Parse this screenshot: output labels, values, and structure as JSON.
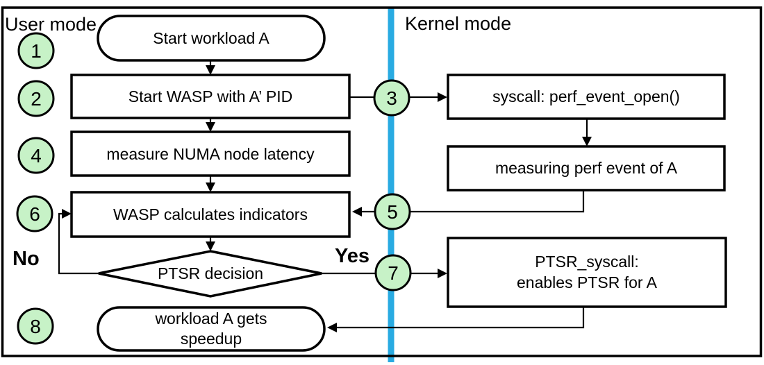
{
  "labels": {
    "user_mode": "User mode",
    "kernel_mode": "Kernel mode",
    "no": "No",
    "yes": "Yes"
  },
  "badges": [
    "1",
    "2",
    "3",
    "4",
    "5",
    "6",
    "7",
    "8"
  ],
  "nodes": {
    "start_workload": "Start workload A",
    "start_wasp": "Start WASP with A’ PID",
    "measure_numa": "measure NUMA node latency",
    "wasp_calculates": "WASP calculates indicators",
    "ptsr_decision": "PTSR decision",
    "workload_speedup_line1": "workload A gets",
    "workload_speedup_line2": "speedup",
    "syscall_perf": "syscall: perf_event_open()",
    "measuring_perf": "measuring perf event of A",
    "ptsr_syscall_line1": "PTSR_syscall:",
    "ptsr_syscall_line2": "enables PTSR for A"
  },
  "colors": {
    "divider": "#29ABE2",
    "badge_fill": "#C7F2C7",
    "shape_fill": "#FFFFFF",
    "stroke": "#000000",
    "text": "#000000"
  }
}
